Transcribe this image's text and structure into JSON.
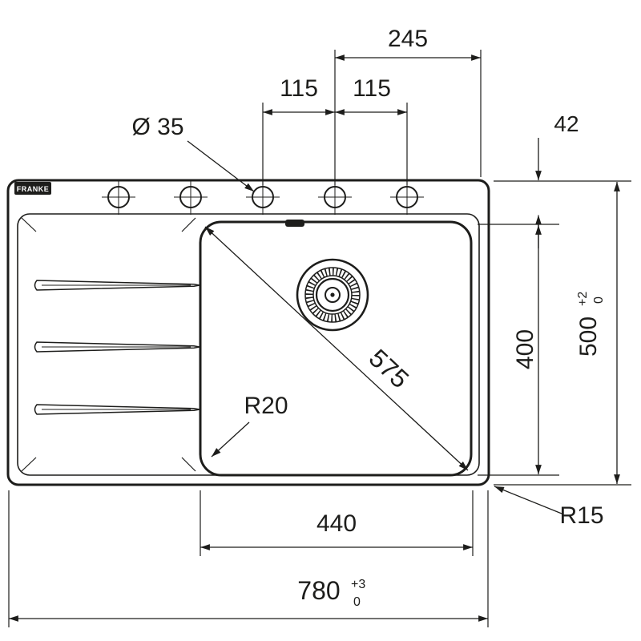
{
  "page": {
    "background": "#ffffff",
    "line_color": "#1d1d1b"
  },
  "logo": {
    "text": "FRANKE"
  },
  "dimensions": {
    "top_width": "245",
    "hole_spacing_left": "115",
    "hole_spacing_right": "115",
    "hole_diameter": "Ø 35",
    "edge_offset": "42",
    "bowl_depth": "400",
    "overall_depth": "500",
    "overall_depth_tol_upper": "+2",
    "overall_depth_tol_lower": "0",
    "bowl_diagonal": "575",
    "bowl_corner_radius": "R20",
    "bowl_width": "440",
    "outer_corner_radius": "R15",
    "overall_width": "780",
    "overall_width_tol_upper": "+3",
    "overall_width_tol_lower": "0"
  }
}
